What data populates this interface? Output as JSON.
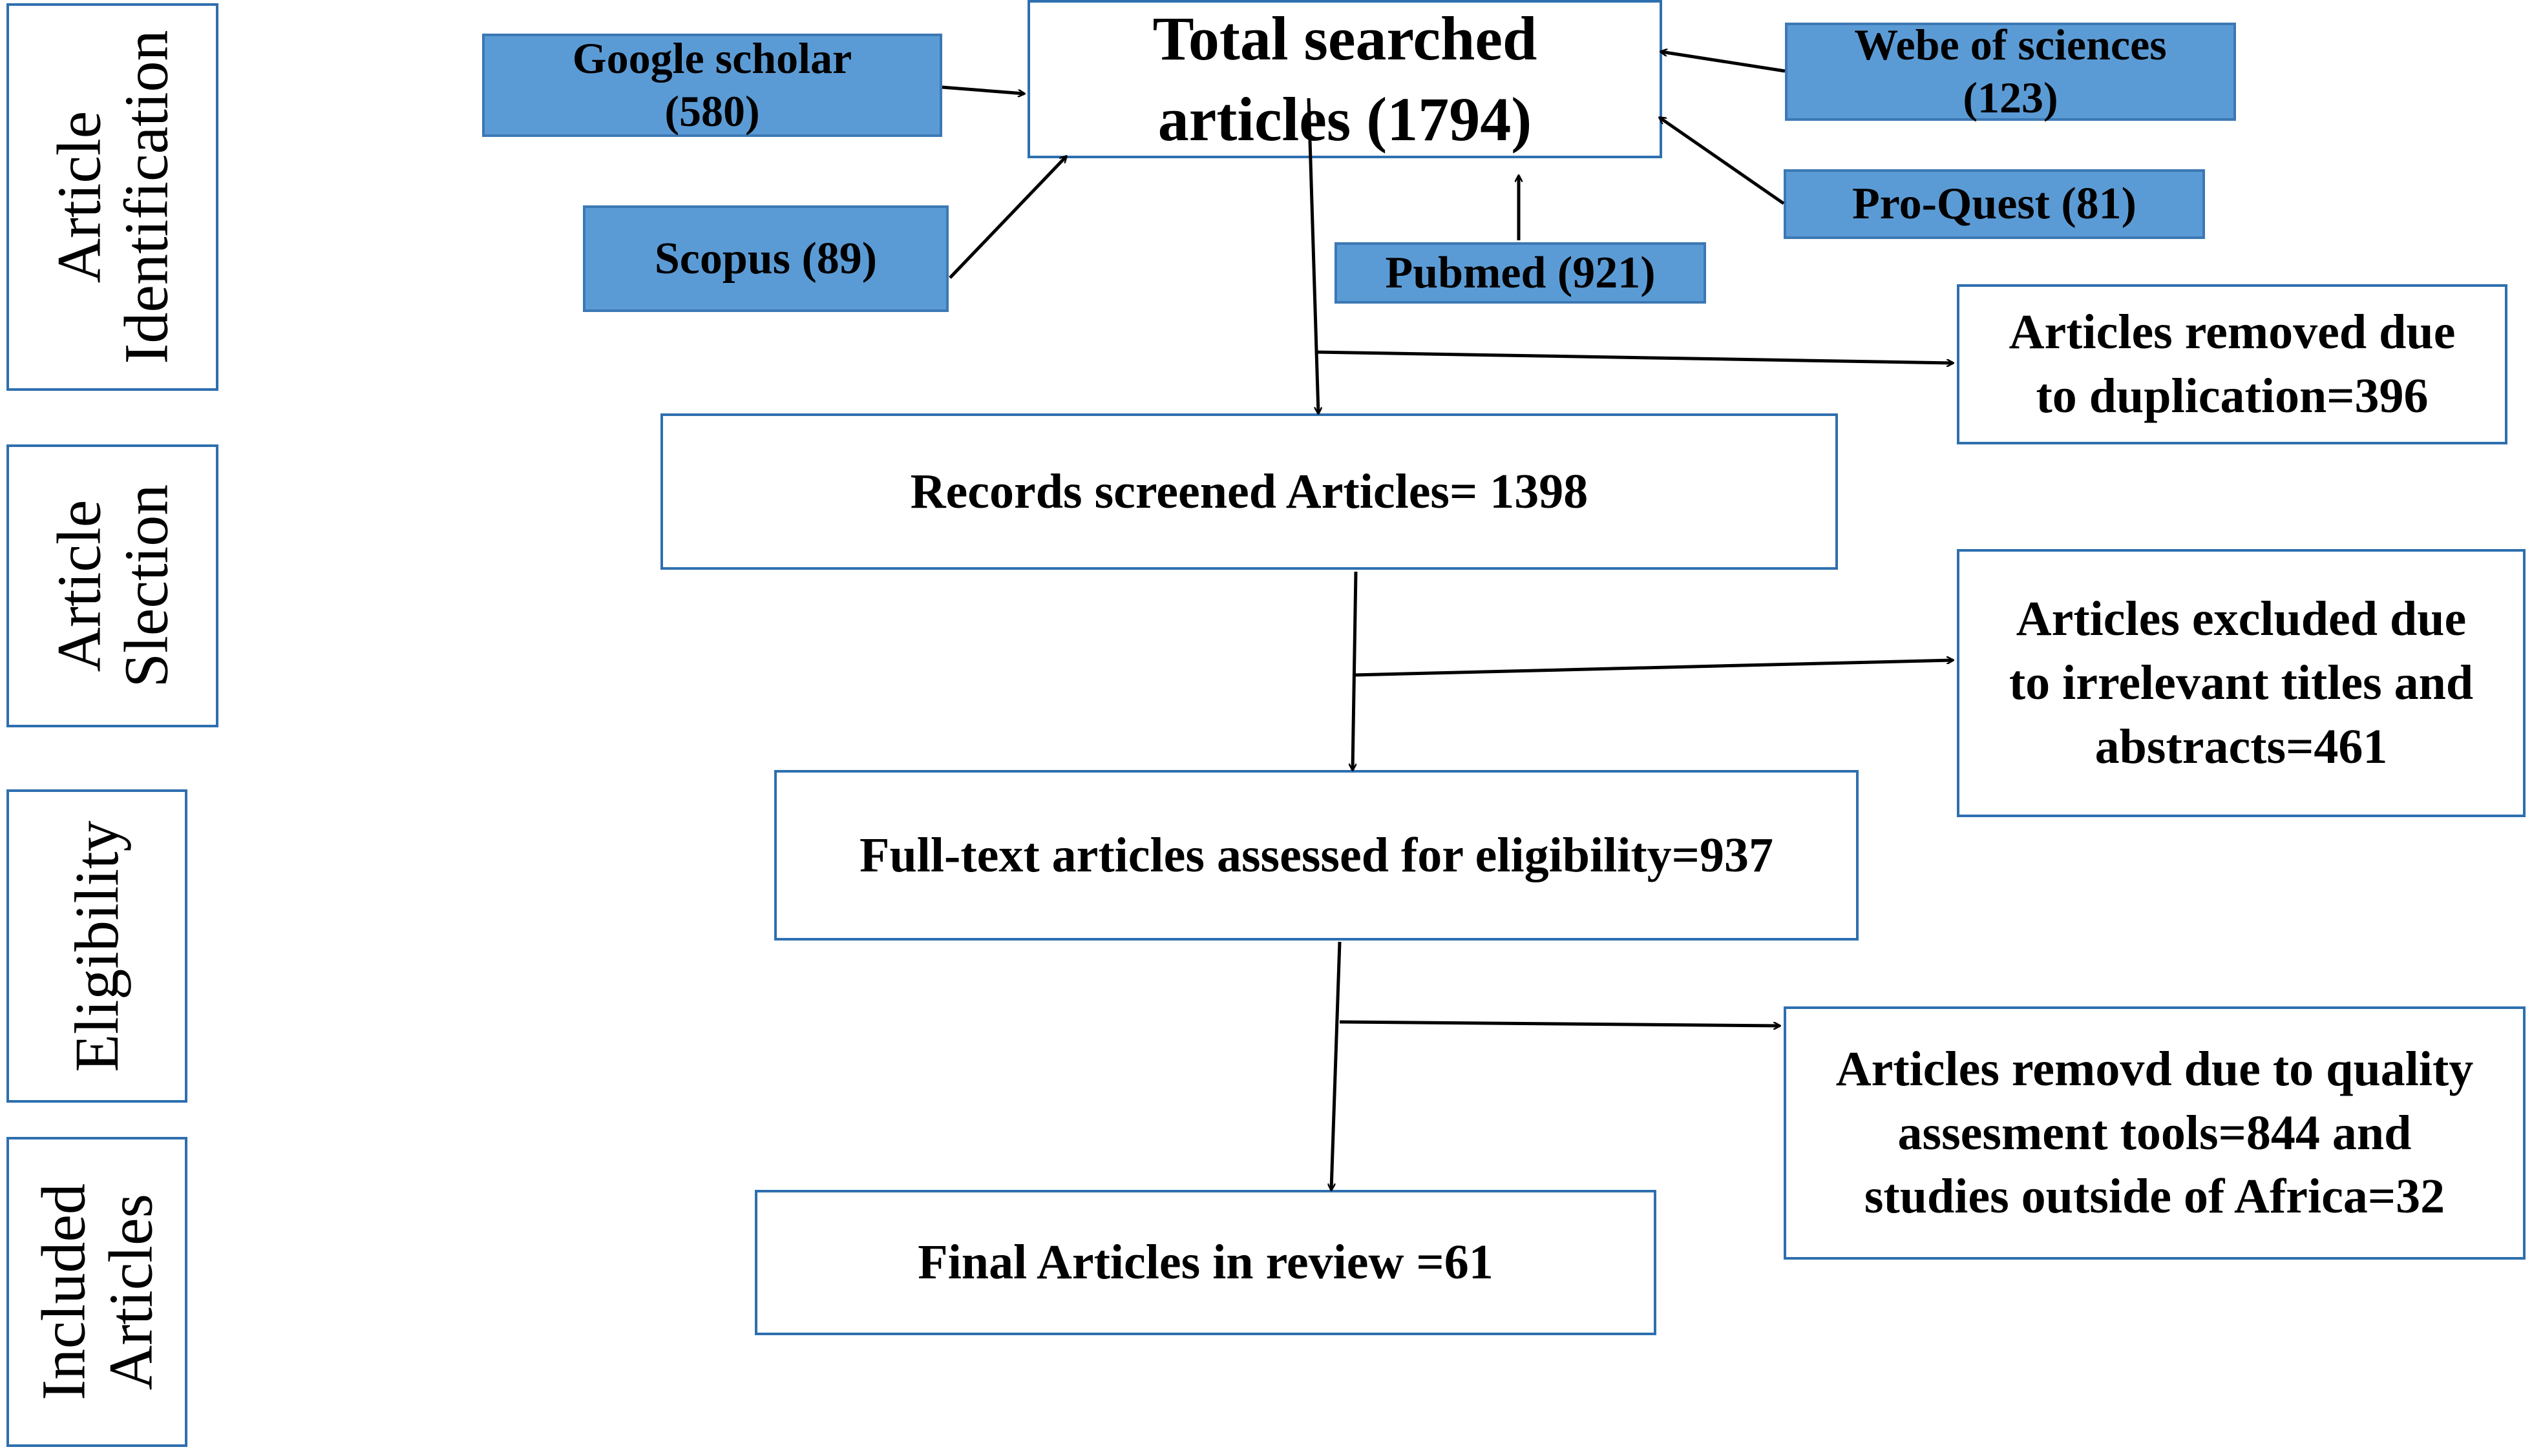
{
  "stages": [
    {
      "id": "identification",
      "lines": [
        "Article",
        "Identification"
      ]
    },
    {
      "id": "selection",
      "lines": [
        "Article",
        "Slection"
      ]
    },
    {
      "id": "eligibility",
      "lines": [
        "Eligibility"
      ]
    },
    {
      "id": "included",
      "lines": [
        "Included",
        "Articles"
      ]
    }
  ],
  "sources": {
    "google_scholar": [
      "Google scholar",
      "(580)"
    ],
    "scopus": [
      "Scopus (89)"
    ],
    "pubmed": [
      "Pubmed (921)"
    ],
    "web_of_sciences": [
      "Webe of sciences",
      "(123)"
    ],
    "proquest": [
      "Pro-Quest (81)"
    ]
  },
  "total": [
    "Total  searched",
    "articles (1794)"
  ],
  "removed_duplication": [
    "Articles removed due",
    "to duplication=396"
  ],
  "screened": [
    "Records screened Articles= 1398"
  ],
  "excluded_irrelevant": [
    "Articles  excluded due",
    "to irrelevant  titles and",
    "abstracts=461"
  ],
  "full_text": [
    "Full-text articles assessed for eligibility=937"
  ],
  "removed_quality": [
    "Articles removd due to quality",
    "assesment tools=844 and",
    "studies outside of Africa=32"
  ],
  "final": [
    "Final Articles in review =61"
  ],
  "colors": {
    "box_border": "#2e6fb0",
    "source_fill": "#5b9bd5",
    "arrow": "#000000"
  }
}
